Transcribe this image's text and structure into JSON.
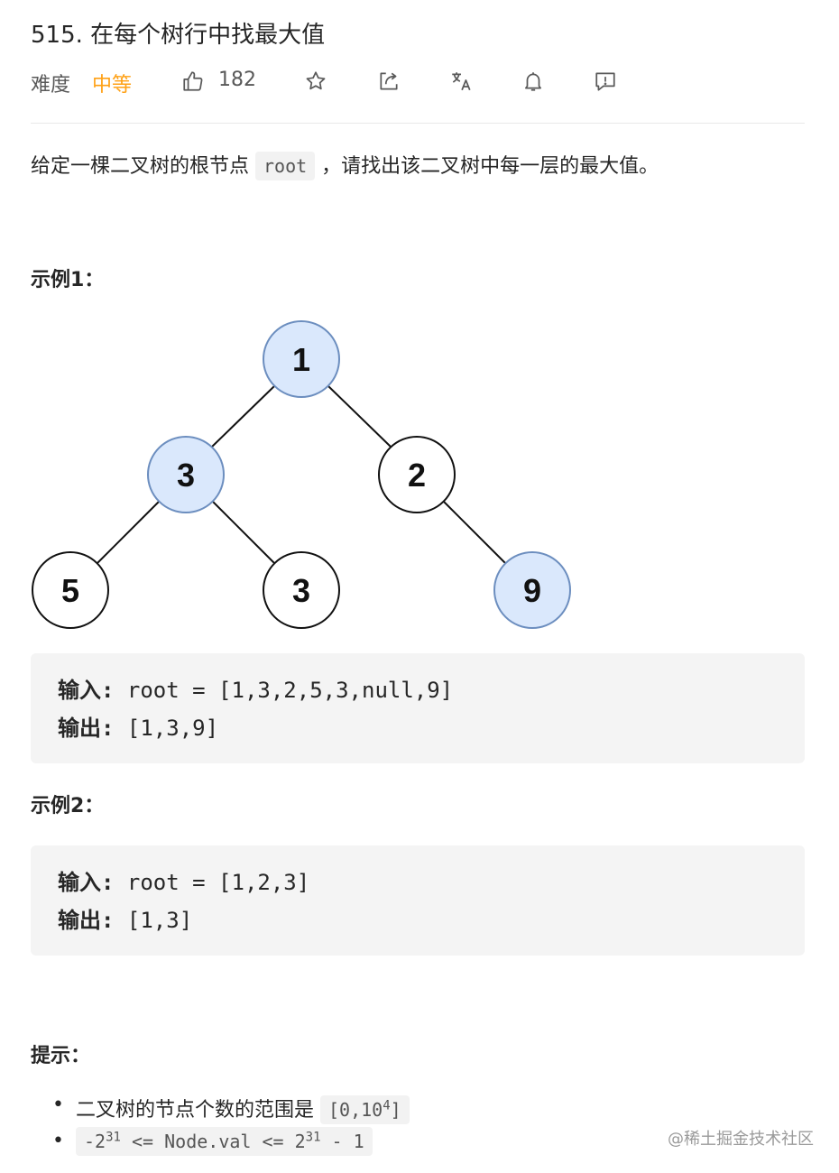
{
  "problem": {
    "title": "515. 在每个树行中找最大值",
    "difficulty_label": "难度",
    "difficulty": "中等",
    "likes": "182",
    "icons": [
      "thumbs-up-icon",
      "star-icon",
      "share-icon",
      "translate-icon",
      "bell-icon",
      "feedback-icon"
    ]
  },
  "description": {
    "before": "给定一棵二叉树的根节点 ",
    "code": "root",
    "after": " ，请找出该二叉树中每一层的最大值。"
  },
  "example1": {
    "heading": "示例1：",
    "tree_nodes": [
      "1",
      "3",
      "2",
      "5",
      "3",
      "9"
    ],
    "highlight_color": "#dae8fc",
    "input_label": "输入:",
    "input": " root = [1,3,2,5,3,null,9]",
    "output_label": "输出:",
    "output": " [1,3,9]"
  },
  "example2": {
    "heading": "示例2：",
    "input_label": "输入:",
    "input": " root = [1,2,3]",
    "output_label": "输出:",
    "output": " [1,3]"
  },
  "hints": {
    "heading": "提示：",
    "item1_text": "二叉树的节点个数的范围是 ",
    "item1_code_pre": "[0,10",
    "item1_code_sup": "4",
    "item1_code_post": "]",
    "item2_a": "-2",
    "item2_sup1": "31",
    "item2_b": " <= Node.val <= 2",
    "item2_sup2": "31",
    "item2_c": " - 1"
  },
  "watermark": "@稀土掘金技术社区",
  "colors": {
    "accent": "#ffa116",
    "node_fill": "#dae8fc",
    "node_stroke": "#6c8ebf"
  }
}
